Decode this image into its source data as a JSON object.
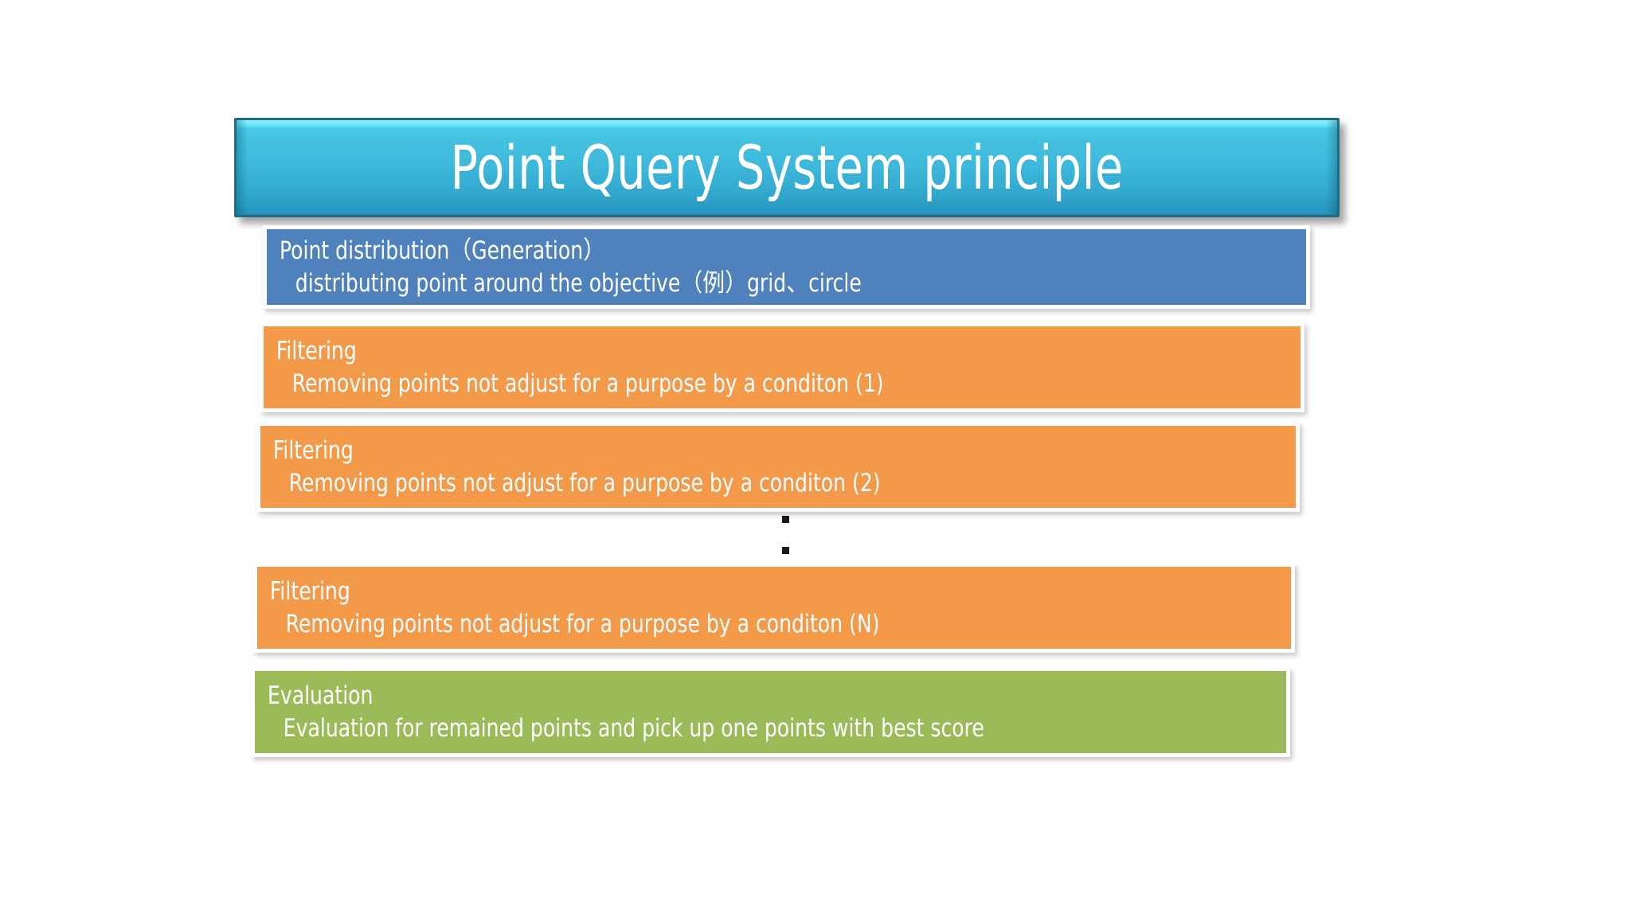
{
  "slide": {
    "title": "Point Query System principle",
    "background_color": "#FFFFFF"
  },
  "theme": {
    "title_fill_light": "#5ADCEF",
    "title_fill_dark": "#21849F",
    "title_border": "#1F6B80",
    "title_text_color": "#FFFFFF",
    "blue": "#4F81BD",
    "orange": "#F2994A",
    "green": "#9BBB59",
    "box_frame": "#FFFFFF"
  },
  "steps": [
    {
      "id": "distribution",
      "heading": "Point distribution（Generation）",
      "detail": "distributing point around the objective（例）grid、circle",
      "color": "#4F81BD",
      "color_name": "blue"
    },
    {
      "id": "filter-1",
      "heading": "Filtering",
      "detail": "Removing points not adjust for a purpose by a conditon (1)",
      "color": "#F2994A",
      "color_name": "orange"
    },
    {
      "id": "filter-2",
      "heading": "Filtering",
      "detail": "Removing points not adjust for a purpose by a conditon (2)",
      "color": "#F2994A",
      "color_name": "orange"
    },
    {
      "id": "filter-n",
      "heading": "Filtering",
      "detail": "Removing points not adjust for a purpose by a conditon (N)",
      "color": "#F2994A",
      "color_name": "orange"
    },
    {
      "id": "evaluation",
      "heading": "Evaluation",
      "detail": "Evaluation for remained points and pick up one points with best score",
      "color": "#9BBB59",
      "color_name": "green"
    }
  ],
  "ellipsis": {
    "icon_name": "vertical-ellipsis-icon",
    "dot_count": 2
  }
}
